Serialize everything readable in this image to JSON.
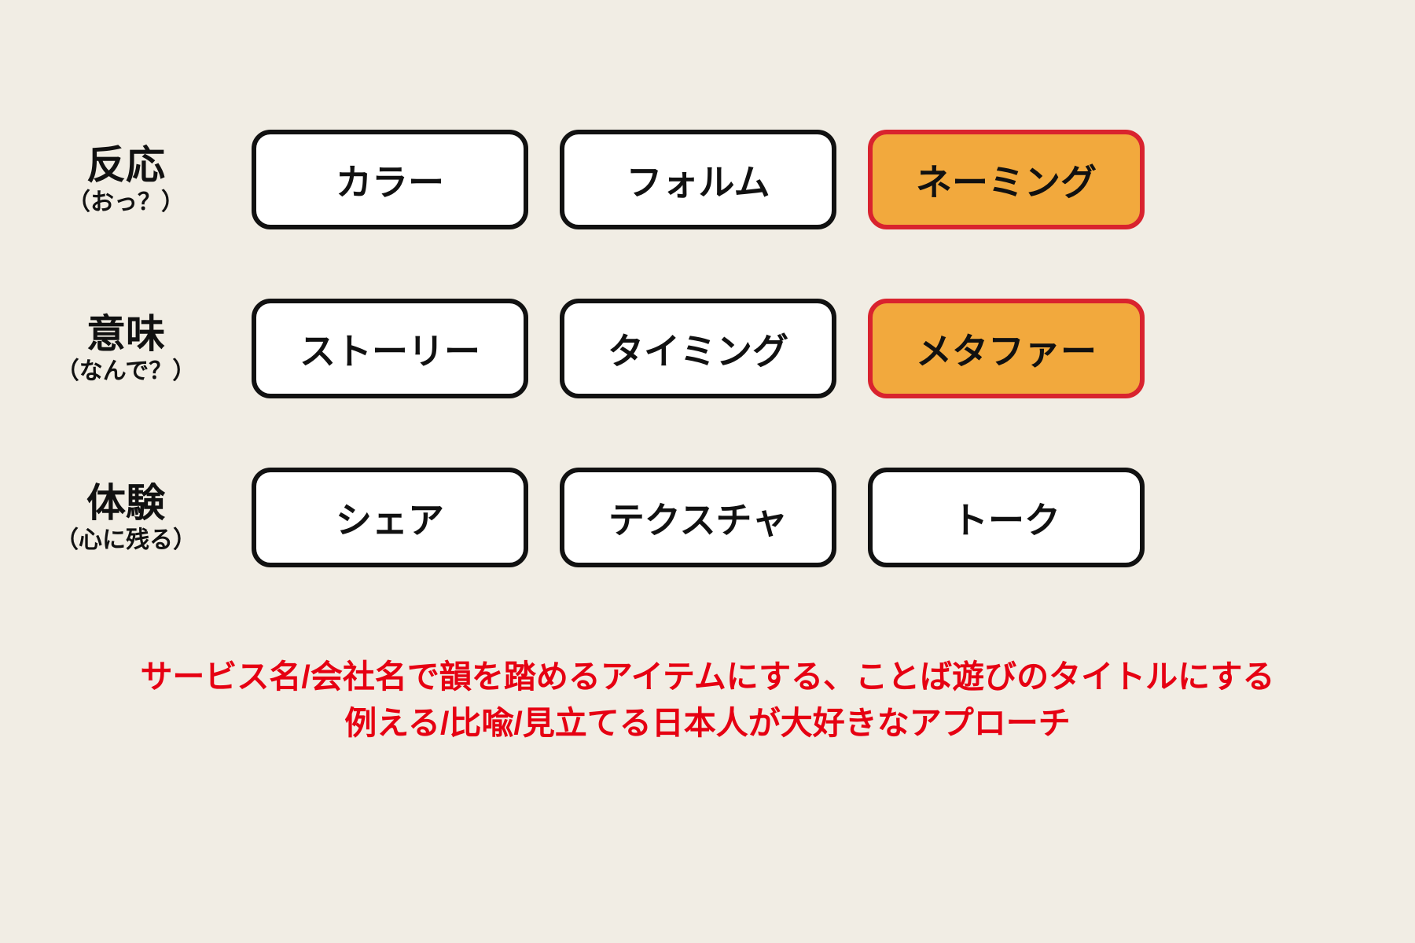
{
  "colors": {
    "background": "#f1ede4",
    "box_fill": "#ffffff",
    "box_border": "#111111",
    "highlight_fill": "#f2a93d",
    "highlight_border": "#d9232e",
    "footer_text": "#e60012"
  },
  "grid": {
    "rows": [
      {
        "label": "反応",
        "sub": "（おっ？）",
        "boxes": [
          {
            "label": "カラー",
            "highlighted": false
          },
          {
            "label": "フォルム",
            "highlighted": false
          },
          {
            "label": "ネーミング",
            "highlighted": true
          }
        ]
      },
      {
        "label": "意味",
        "sub": "（なんで？）",
        "boxes": [
          {
            "label": "ストーリー",
            "highlighted": false
          },
          {
            "label": "タイミング",
            "highlighted": false
          },
          {
            "label": "メタファー",
            "highlighted": true
          }
        ]
      },
      {
        "label": "体験",
        "sub": "（心に残る）",
        "boxes": [
          {
            "label": "シェア",
            "highlighted": false
          },
          {
            "label": "テクスチャ",
            "highlighted": false
          },
          {
            "label": "トーク",
            "highlighted": false
          }
        ]
      }
    ]
  },
  "footer": {
    "line1": "サービス名/会社名で韻を踏めるアイテムにする、ことば遊びのタイトルにする",
    "line2": "例える/比喩/見立てる日本人が大好きなアプローチ"
  }
}
